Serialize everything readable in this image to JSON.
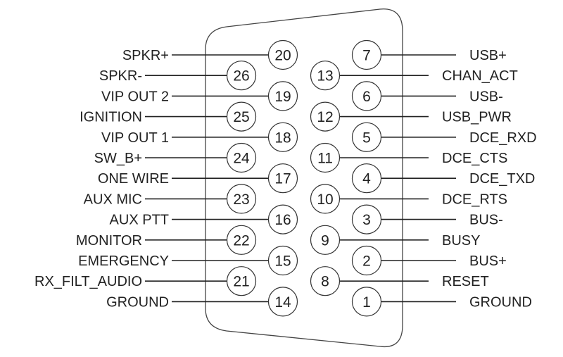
{
  "diagram": {
    "title": "",
    "type": "connector-pinout",
    "colors": {
      "line": "#222222",
      "background": "#ffffff"
    },
    "left_pins": [
      {
        "pin": "20",
        "label": "SPKR+",
        "row": 0,
        "column": "inner"
      },
      {
        "pin": "26",
        "label": "SPKR-",
        "row": 1,
        "column": "outer"
      },
      {
        "pin": "19",
        "label": "VIP OUT 2",
        "row": 2,
        "column": "inner"
      },
      {
        "pin": "25",
        "label": "IGNITION",
        "row": 3,
        "column": "outer"
      },
      {
        "pin": "18",
        "label": "VIP OUT 1",
        "row": 4,
        "column": "inner"
      },
      {
        "pin": "24",
        "label": "SW_B+",
        "row": 5,
        "column": "outer"
      },
      {
        "pin": "17",
        "label": "ONE WIRE",
        "row": 6,
        "column": "inner"
      },
      {
        "pin": "23",
        "label": "AUX MIC",
        "row": 7,
        "column": "outer"
      },
      {
        "pin": "16",
        "label": "AUX PTT",
        "row": 8,
        "column": "inner"
      },
      {
        "pin": "22",
        "label": "MONITOR",
        "row": 9,
        "column": "outer"
      },
      {
        "pin": "15",
        "label": "EMERGENCY",
        "row": 10,
        "column": "inner"
      },
      {
        "pin": "21",
        "label": "RX_FILT_AUDIO",
        "row": 11,
        "column": "outer"
      },
      {
        "pin": "14",
        "label": "GROUND",
        "row": 12,
        "column": "inner"
      }
    ],
    "right_pins": [
      {
        "pin": "7",
        "label": "USB+",
        "row": 0,
        "column": "outer"
      },
      {
        "pin": "13",
        "label": "CHAN_ACT",
        "row": 1,
        "column": "inner"
      },
      {
        "pin": "6",
        "label": "USB-",
        "row": 2,
        "column": "outer"
      },
      {
        "pin": "12",
        "label": "USB_PWR",
        "row": 3,
        "column": "inner"
      },
      {
        "pin": "5",
        "label": "DCE_RXD",
        "row": 4,
        "column": "outer"
      },
      {
        "pin": "11",
        "label": "DCE_CTS",
        "row": 5,
        "column": "inner"
      },
      {
        "pin": "4",
        "label": "DCE_TXD",
        "row": 6,
        "column": "outer"
      },
      {
        "pin": "10",
        "label": "DCE_RTS",
        "row": 7,
        "column": "inner"
      },
      {
        "pin": "3",
        "label": "BUS-",
        "row": 8,
        "column": "outer"
      },
      {
        "pin": "9",
        "label": "BUSY",
        "row": 9,
        "column": "inner"
      },
      {
        "pin": "2",
        "label": "BUS+",
        "row": 10,
        "column": "outer"
      },
      {
        "pin": "8",
        "label": "RESET",
        "row": 11,
        "column": "inner"
      },
      {
        "pin": "1",
        "label": "GROUND",
        "row": 12,
        "column": "outer"
      }
    ]
  }
}
